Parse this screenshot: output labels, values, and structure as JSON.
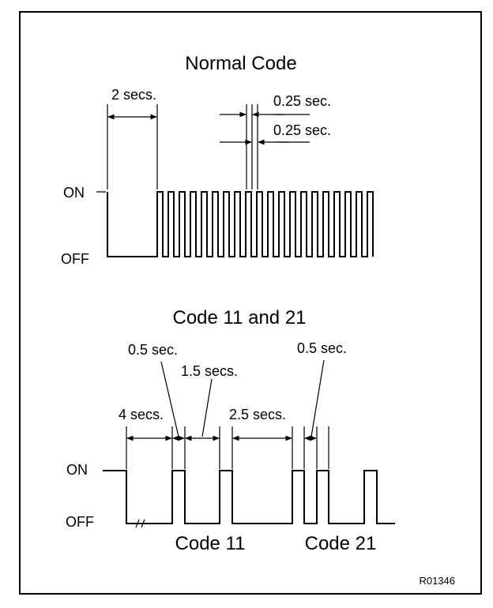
{
  "figure": {
    "ref_code": "R01346",
    "normal": {
      "title": "Normal Code",
      "on_label": "ON",
      "off_label": "OFF",
      "dim_off": "2 secs.",
      "dim_on": "0.25 sec.",
      "dim_off_short": "0.25 sec."
    },
    "code11_21": {
      "title": "Code 11 and 21",
      "on_label": "ON",
      "off_label": "OFF",
      "dim_pulse": "0.5 sec.",
      "dim_gap": "1.5 secs.",
      "dim_start": "4 secs.",
      "dim_between": "2.5 secs.",
      "dim_pulse_2": "0.5 sec.",
      "code11_label": "Code 11",
      "code21_label": "Code 21"
    }
  }
}
